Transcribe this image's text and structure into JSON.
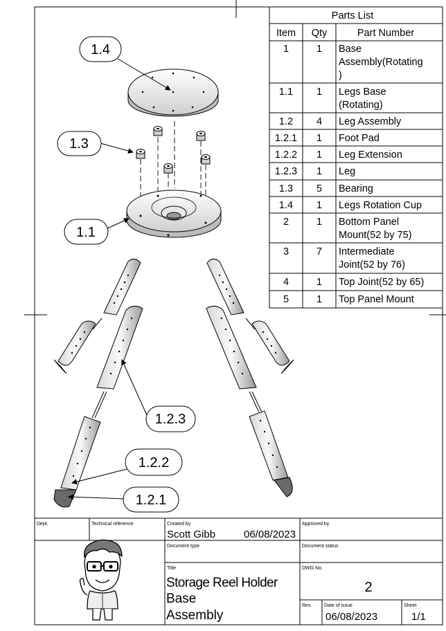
{
  "parts_list": {
    "title": "Parts List",
    "headers": {
      "item": "Item",
      "qty": "Qty",
      "part_number": "Part Number"
    },
    "rows": [
      {
        "item": "1",
        "qty": "1",
        "part": [
          "Base",
          "Assembly(Rotating",
          ")"
        ]
      },
      {
        "item": "1.1",
        "qty": "1",
        "part": [
          "Legs Base",
          "(Rotating)"
        ]
      },
      {
        "item": "1.2",
        "qty": "4",
        "part": [
          "Leg Assembly"
        ]
      },
      {
        "item": "1.2.1",
        "qty": "1",
        "part": [
          "Foot Pad"
        ]
      },
      {
        "item": "1.2.2",
        "qty": "1",
        "part": [
          "Leg Extension"
        ]
      },
      {
        "item": "1.2.3",
        "qty": "1",
        "part": [
          "Leg"
        ]
      },
      {
        "item": "1.3",
        "qty": "5",
        "part": [
          "Bearing"
        ]
      },
      {
        "item": "1.4",
        "qty": "1",
        "part": [
          "Legs Rotation Cup"
        ]
      },
      {
        "item": "2",
        "qty": "1",
        "part": [
          "Bottom Panel",
          "Mount(52 by 75)"
        ]
      },
      {
        "item": "3",
        "qty": "7",
        "part": [
          "Intermediate",
          "Joint(52 by 76)"
        ]
      },
      {
        "item": "4",
        "qty": "1",
        "part": [
          "Top Joint(52 by 65)"
        ]
      },
      {
        "item": "5",
        "qty": "1",
        "part": [
          "Top Panel Mount"
        ]
      }
    ]
  },
  "balloons": {
    "b14": "1.4",
    "b13": "1.3",
    "b11": "1.1",
    "b123": "1.2.3",
    "b122": "1.2.2",
    "b121": "1.2.1"
  },
  "title_block": {
    "dept_label": "Dept.",
    "tech_ref_label": "Technical reference",
    "created_by_label": "Created by",
    "created_by": "Scott Gibb",
    "created_date": "06/08/2023",
    "approved_by_label": "Approved by",
    "doc_type_label": "Document type",
    "doc_status_label": "Document status",
    "title_label": "Title",
    "title_line1": "Storage Reel Holder",
    "title_line2": "Base",
    "title_line3": "Assembly",
    "dwg_no_label": "DWG No.",
    "dwg_no": "2",
    "rev_label": "Rev.",
    "date_issue_label": "Date of issue",
    "date_issue": "06/08/2023",
    "sheet_label": "Sheet",
    "sheet": "1/1"
  }
}
